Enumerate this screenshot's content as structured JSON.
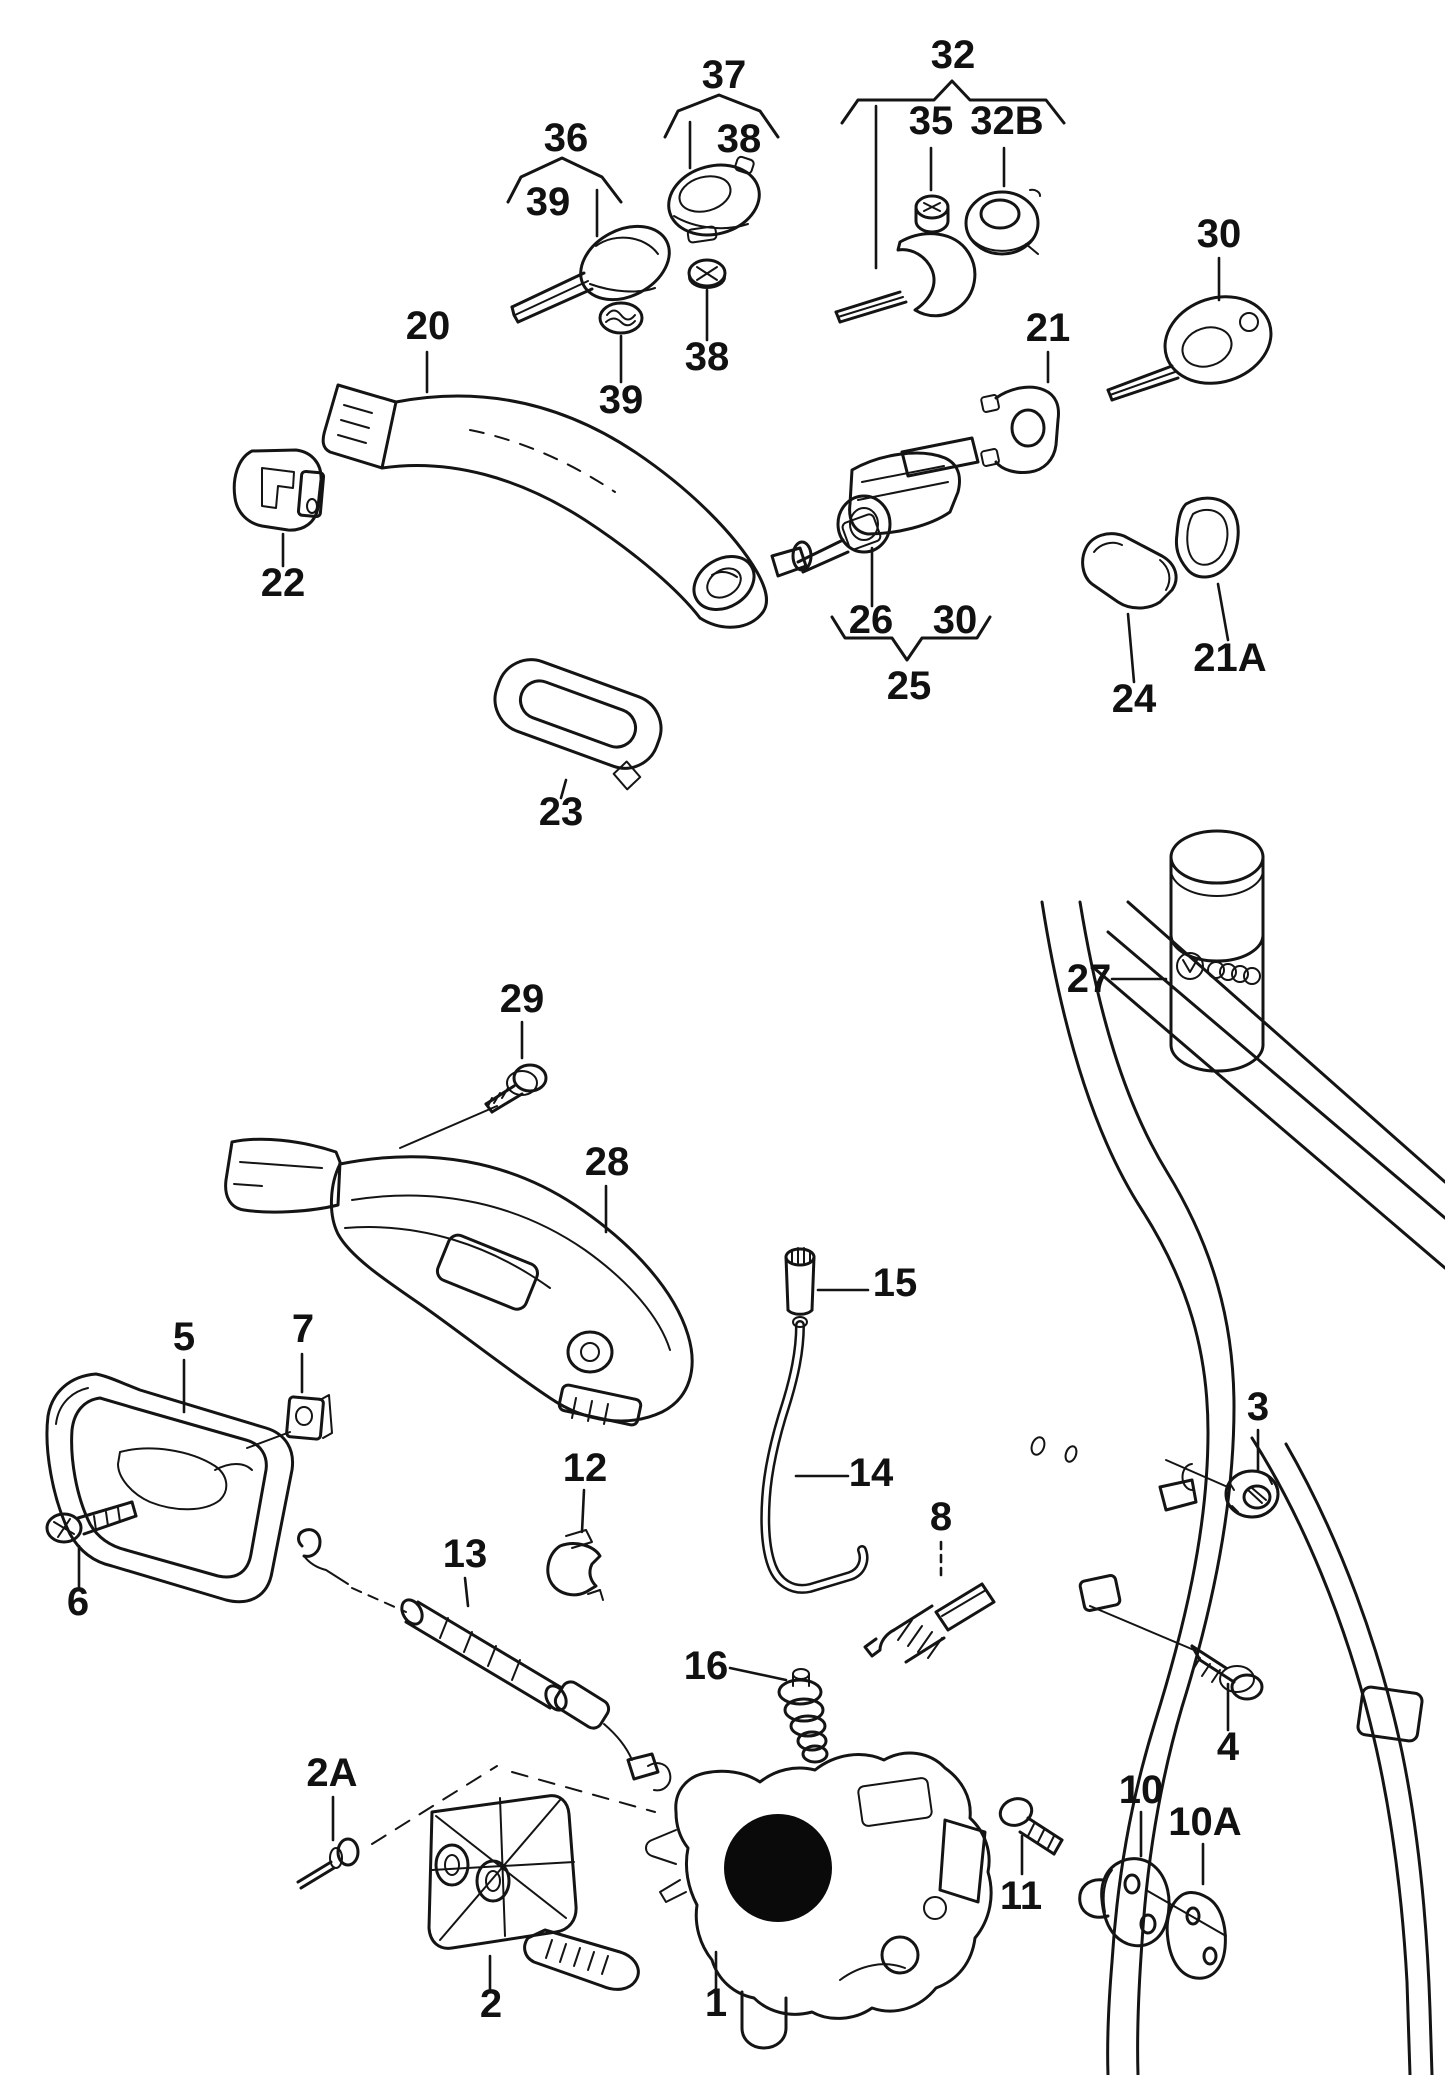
{
  "colors": {
    "paper": "#ffffff",
    "ink": "#141414"
  },
  "labels": {
    "l36": {
      "text": "36"
    },
    "l39a": {
      "text": "39"
    },
    "l37": {
      "text": "37"
    },
    "l38a": {
      "text": "38"
    },
    "l32": {
      "text": "32"
    },
    "l35": {
      "text": "35"
    },
    "l32b": {
      "text": "32B"
    },
    "l30a": {
      "text": "30"
    },
    "l20": {
      "text": "20"
    },
    "l22": {
      "text": "22"
    },
    "l38b": {
      "text": "38"
    },
    "l39b": {
      "text": "39"
    },
    "l21": {
      "text": "21"
    },
    "l23": {
      "text": "23"
    },
    "l26": {
      "text": "26"
    },
    "l30b": {
      "text": "30"
    },
    "l25": {
      "text": "25"
    },
    "l24": {
      "text": "24"
    },
    "l21a": {
      "text": "21A"
    },
    "l27": {
      "text": "27"
    },
    "l29": {
      "text": "29"
    },
    "l28": {
      "text": "28"
    },
    "l5": {
      "text": "5"
    },
    "l7": {
      "text": "7"
    },
    "l6": {
      "text": "6"
    },
    "l12": {
      "text": "12"
    },
    "l13": {
      "text": "13"
    },
    "l16": {
      "text": "16"
    },
    "l15": {
      "text": "15"
    },
    "l14": {
      "text": "14"
    },
    "l8": {
      "text": "8"
    },
    "l3": {
      "text": "3"
    },
    "l4": {
      "text": "4"
    },
    "l2a": {
      "text": "2A"
    },
    "l2": {
      "text": "2"
    },
    "l1": {
      "text": "1"
    },
    "l11": {
      "text": "11"
    },
    "l10": {
      "text": "10"
    },
    "l10a": {
      "text": "10A"
    }
  }
}
